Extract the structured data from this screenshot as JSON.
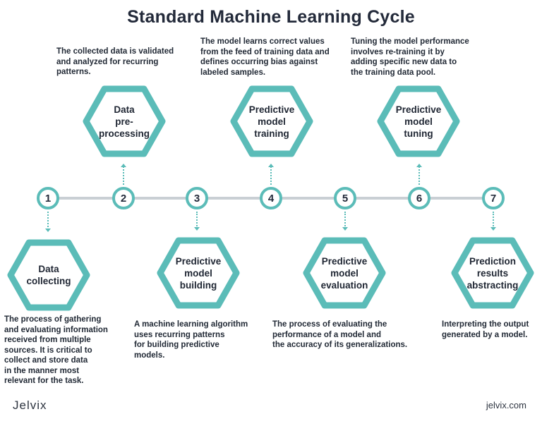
{
  "title": "Standard Machine Learning Cycle",
  "steps": [
    {
      "number": "1",
      "label": "Data\ncollecting",
      "description": "The process of gathering\nand evaluating information\nreceived from multiple\nsources. It is critical to\ncollect and store data\nin the manner most\nrelevant for the task."
    },
    {
      "number": "2",
      "label": "Data\npre-\nprocessing",
      "description": "The collected data is validated\nand analyzed for recurring\npatterns."
    },
    {
      "number": "3",
      "label": "Predictive\nmodel\nbuilding",
      "description": "A machine learning algorithm\nuses recurring patterns\nfor building predictive\nmodels."
    },
    {
      "number": "4",
      "label": "Predictive\nmodel\ntraining",
      "description": "The model learns correct values\nfrom the feed of training data and\ndefines occurring bias against\nlabeled samples."
    },
    {
      "number": "5",
      "label": "Predictive\nmodel\nevaluation",
      "description": "The process of evaluating the\nperformance of a model and\nthe accuracy of its generalizations."
    },
    {
      "number": "6",
      "label": "Predictive\nmodel\ntuning",
      "description": "Tuning the model performance\ninvolves re-training it by\nadding specific new data to\nthe training data pool."
    },
    {
      "number": "7",
      "label": "Prediction\nresults\nabstracting",
      "description": "Interpreting the output\ngenerated by a model."
    }
  ],
  "brand": {
    "logo": "Jelvix",
    "site": "jelvix.com"
  },
  "colors": {
    "accent": "#5bbcb8",
    "line": "#c9cfd4",
    "text": "#232a3a"
  }
}
